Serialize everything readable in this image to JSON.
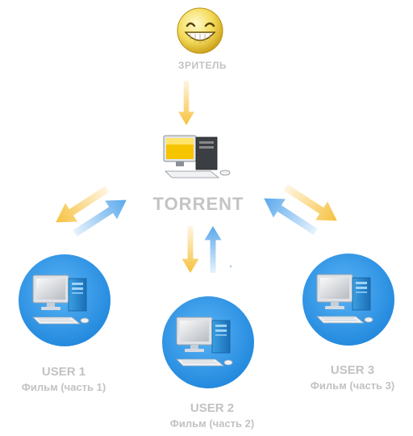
{
  "viewer": {
    "label": "ЗРИТЕЛЬ",
    "icon": "grinning-smiley-icon"
  },
  "hub": {
    "label": "TORRENT",
    "icon": "desktop-computer-icon"
  },
  "users": [
    {
      "name": "USER 1",
      "part": "Фильм (часть 1)"
    },
    {
      "name": "USER 2",
      "part": "Фильм (часть 2)"
    },
    {
      "name": "USER 3",
      "part": "Фильм (часть 3)"
    }
  ],
  "colors": {
    "download_arrow": "#f7c13e",
    "upload_arrow": "#5aa8ec",
    "user_circle": "#2e95e6",
    "label_text": "#c2c2c2"
  }
}
